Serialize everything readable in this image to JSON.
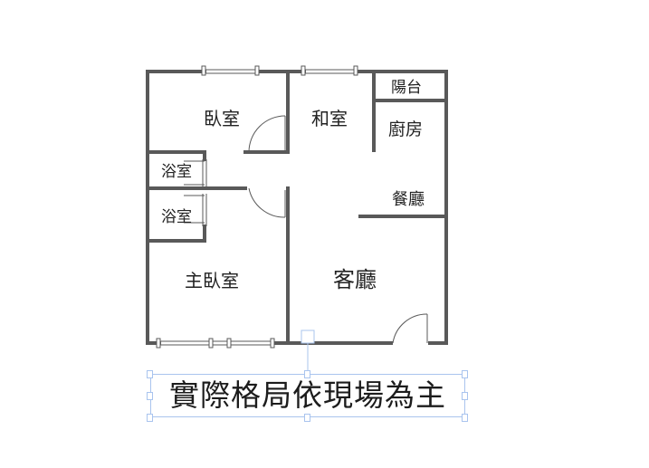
{
  "floorplan": {
    "rooms": [
      {
        "id": "bedroom",
        "label": "臥室"
      },
      {
        "id": "japanese-room",
        "label": "和室"
      },
      {
        "id": "balcony",
        "label": "陽台"
      },
      {
        "id": "kitchen",
        "label": "廚房"
      },
      {
        "id": "bathroom-1",
        "label": "浴室"
      },
      {
        "id": "bathroom-2",
        "label": "浴室"
      },
      {
        "id": "dining",
        "label": "餐廳"
      },
      {
        "id": "master-bedroom",
        "label": "主臥室"
      },
      {
        "id": "living-room",
        "label": "客廳"
      }
    ],
    "caption": "實際格局依現場為主"
  },
  "colors": {
    "wall": "#595959",
    "selection": "#a9c4ee",
    "text": "#222222"
  }
}
